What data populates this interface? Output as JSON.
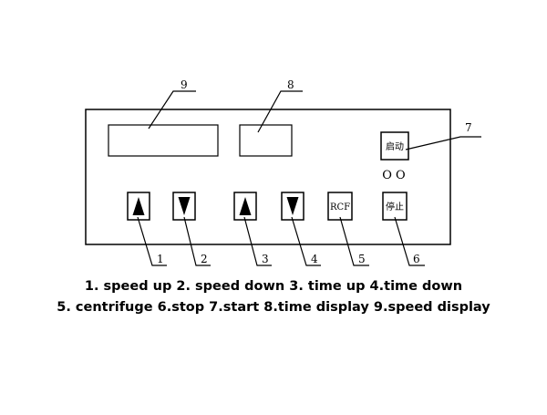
{
  "callouts": {
    "c1": "1",
    "c2": "2",
    "c3": "3",
    "c4": "4",
    "c5": "5",
    "c6": "6",
    "c7": "7",
    "c8": "8",
    "c9": "9"
  },
  "buttons": {
    "rcf_label": "RCF",
    "stop_label": "停止",
    "start_label": "启动",
    "indicator_text": "O O"
  },
  "legend": {
    "line1": "1. speed up 2. speed down 3. time up 4.time down",
    "line2": "5. centrifuge 6.stop 7.start 8.time display 9.speed display"
  }
}
